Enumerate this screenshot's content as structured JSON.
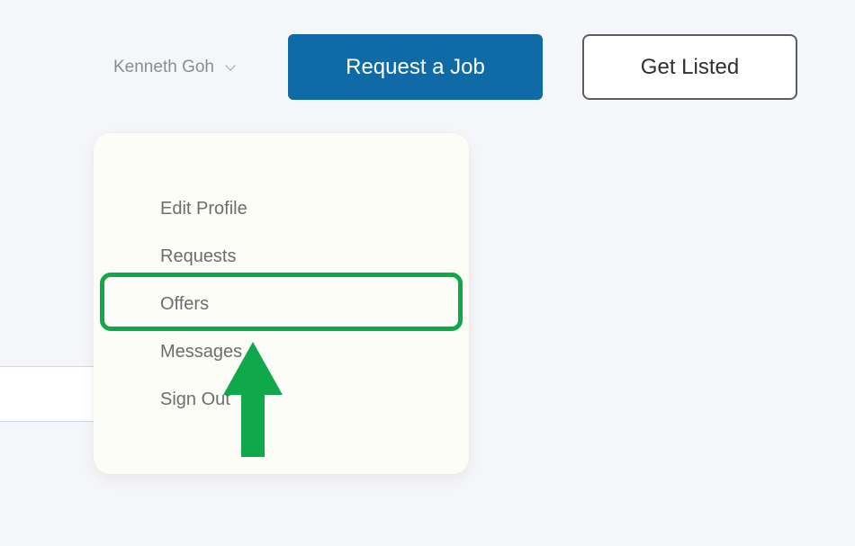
{
  "header": {
    "user_name": "Kenneth Goh",
    "request_job_label": "Request a Job",
    "get_listed_label": "Get Listed"
  },
  "dropdown": {
    "items": [
      {
        "label": "Edit Profile"
      },
      {
        "label": "Requests"
      },
      {
        "label": "Offers"
      },
      {
        "label": "Messages"
      },
      {
        "label": "Sign Out"
      }
    ]
  },
  "annotation": {
    "highlight_color": "#0fa84a",
    "arrow_color": "#0fa84a",
    "arrow_direction": "up",
    "highlighted_item": "Offers"
  },
  "colors": {
    "primary_button": "#0f6aa5",
    "page_background": "#f5f6f9",
    "dropdown_background": "#fdfdf7"
  },
  "icons": {
    "user_menu_chevron": "chevron-down-icon",
    "annotation_arrow": "arrow-up-icon"
  }
}
